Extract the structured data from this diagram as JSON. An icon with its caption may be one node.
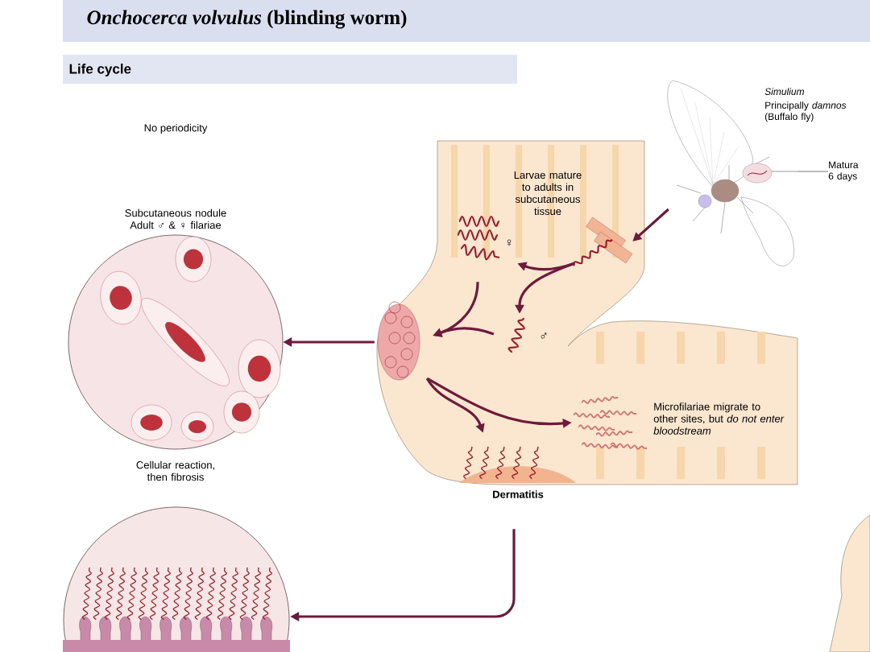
{
  "diagram": {
    "title": "*Onchocerca volvulus* (blinding worm)",
    "nodes": [
      {
        "text": [
          "Simulium",
          "Principally *damnos* (Buffalo fly)"
        ]
      },
      {
        "text": [
          "Matura 6 days"
        ]
      },
      {
        "text": [],
        "shape": "picture"
      },
      {
        "text": [],
        "shape": "picture",
        "beside": [
          "♀"
        ]
      },
      {
        "text": [],
        "shape": "picture",
        "beside": [
          "♂"
        ]
      },
      {
        "text": [],
        "shape": "picture"
      },
      {
        "text": [
          "Subcutaneous nodule Adult ♂ & ♀ filariae"
        ]
      },
      {
        "text": [],
        "shape": "picture",
        "beside": [
          "Microfilariae migrate to other sites, but *do not enter bloodstream*"
        ]
      },
      {
        "text": [],
        "shape": "picture",
        "beside": [
          "Dermatitis"
        ]
      },
      {
        "text": [],
        "shape": "picture"
      }
    ],
    "edges": [
      {
        "from": 0,
        "to": 2,
        "arrow": "to"
      },
      {
        "from": 1,
        "to": 0,
        "arrow": "none",
        "color": "#555555"
      },
      {
        "from": 2,
        "to": 3,
        "arrow": "to"
      },
      {
        "from": 2,
        "to": 4,
        "arrow": "to"
      },
      {
        "from": 3,
        "to": 5,
        "arrow": "to"
      },
      {
        "from": 4,
        "to": 5,
        "arrow": "to"
      },
      {
        "from": 5,
        "to": 6,
        "arrow": "to"
      },
      {
        "from": 5,
        "to": 7,
        "arrow": "to"
      },
      {
        "from": 5,
        "to": 8,
        "arrow": "to"
      },
      {
        "from": 8,
        "to": 9,
        "arrow": "to"
      }
    ],
    "labels": [
      "Life cycle",
      "Larvae mature to adults in subcutaneous tissue",
      "No periodicity",
      "Cellular reaction, then fibrosis"
    ]
  }
}
